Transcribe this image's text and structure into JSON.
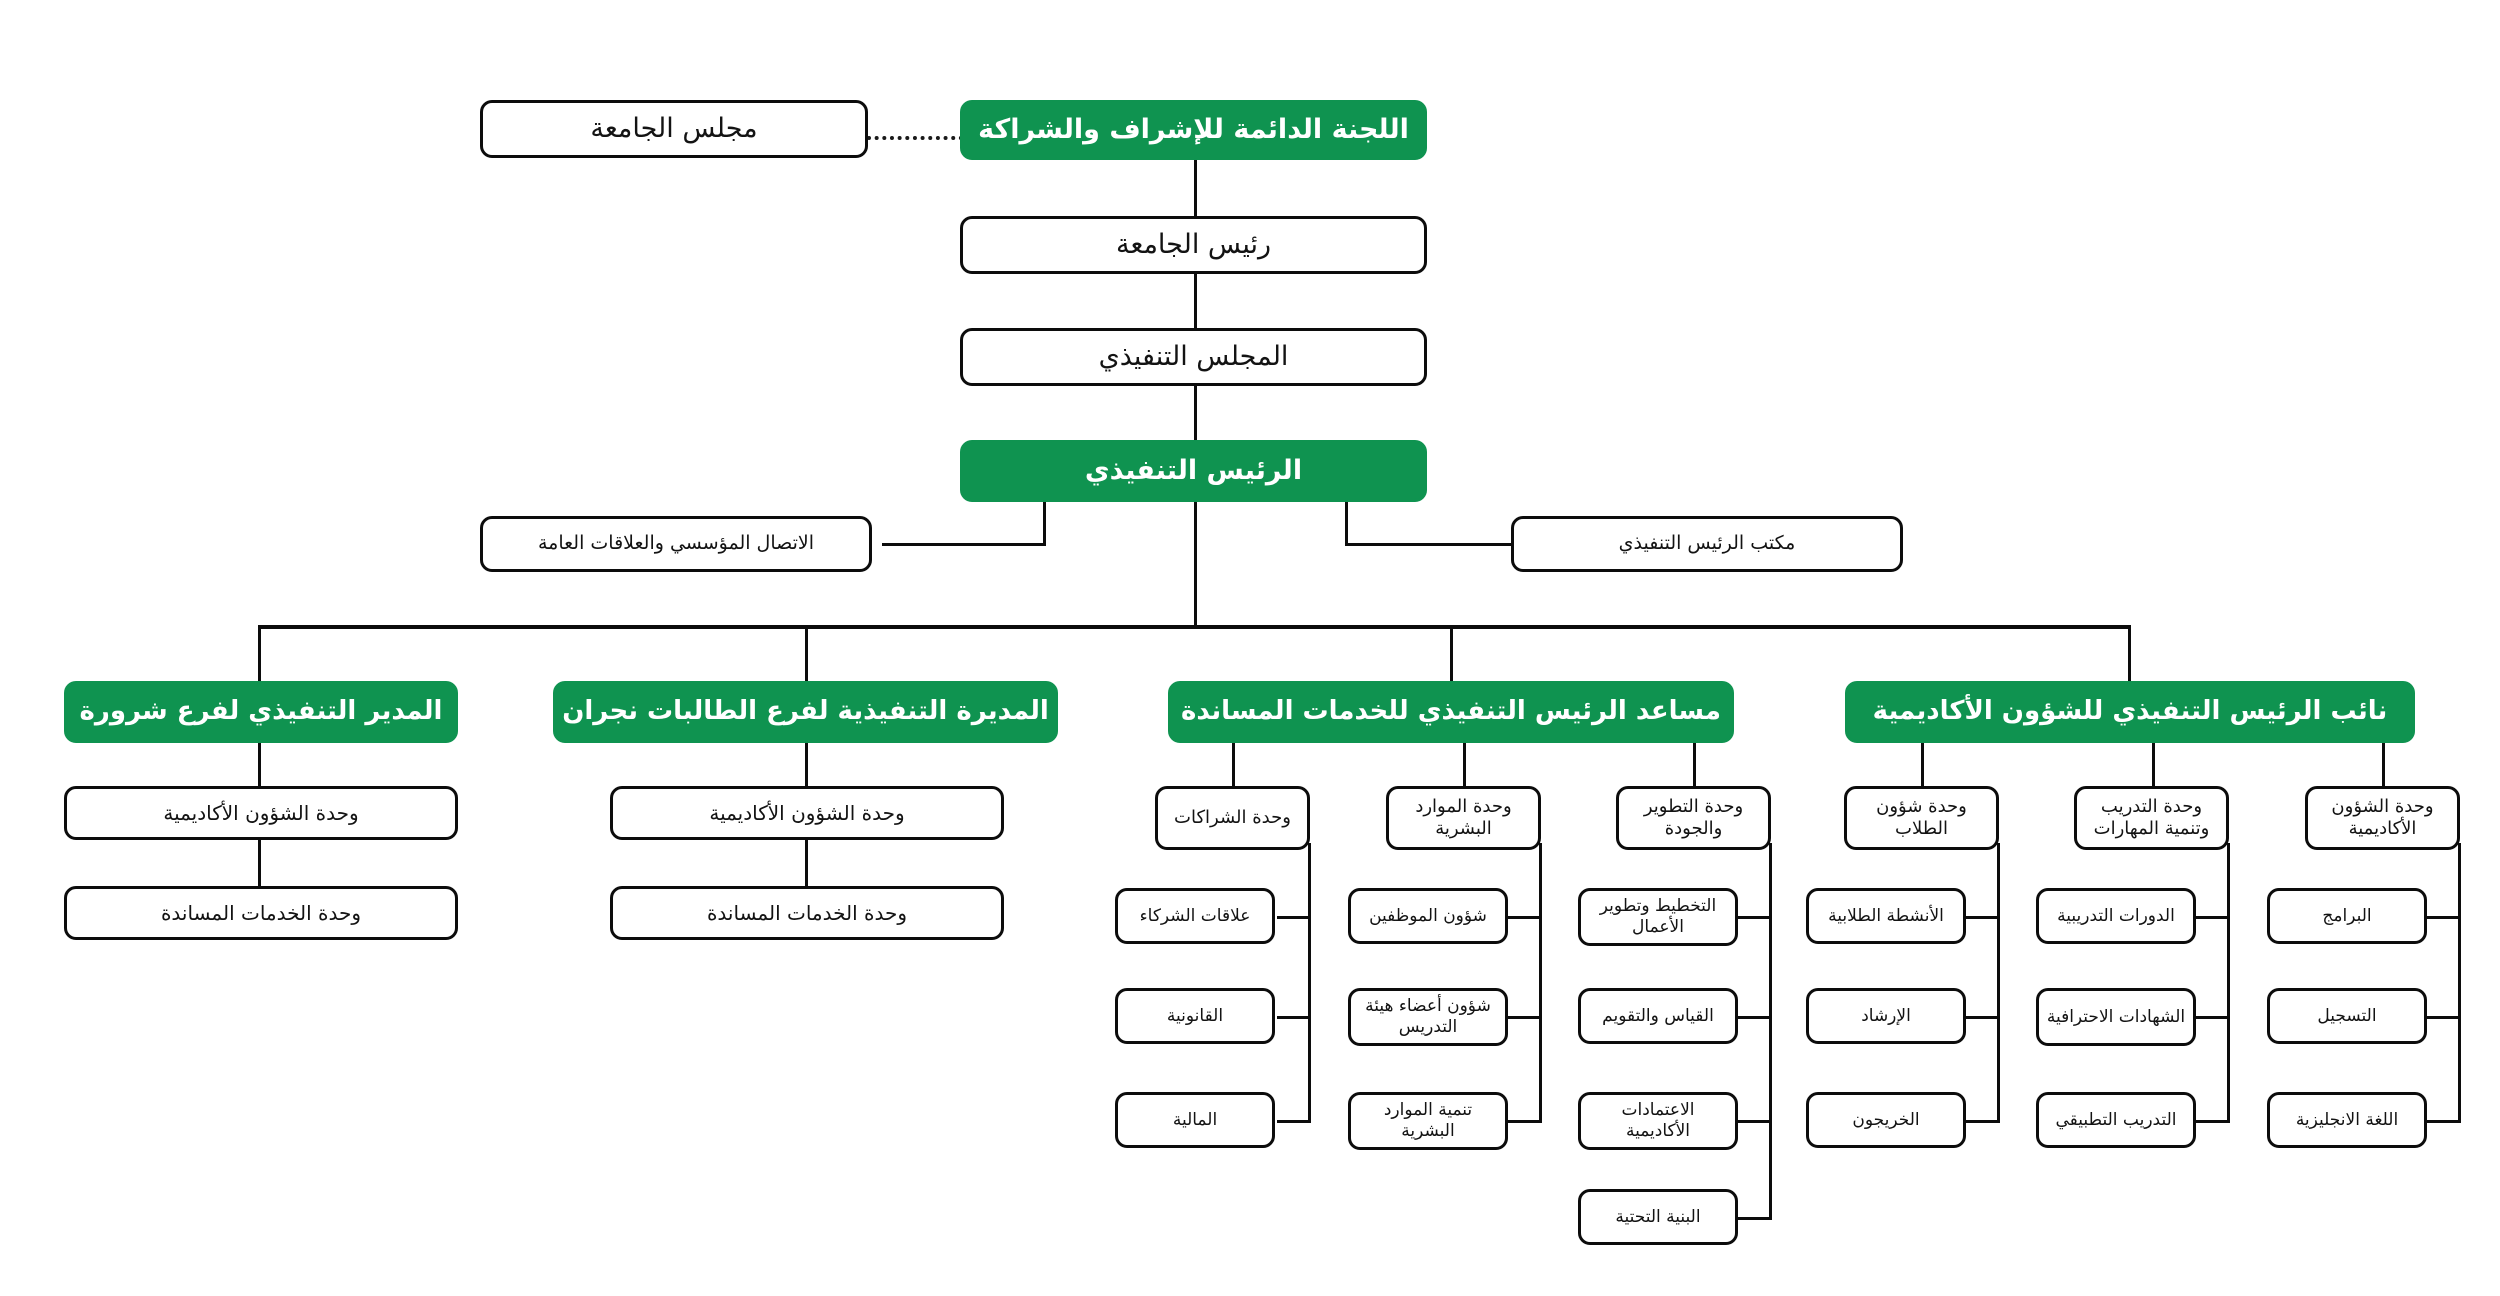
{
  "meta": {
    "title": "الهيكل التنظيمي",
    "accent_green": "#0f9350",
    "line_color": "#0c0c0c",
    "background": "#ffffff"
  },
  "nodes": {
    "university_council": "مجلس الجامعة",
    "standing_committee": "اللجنة الدائمة للإشراف والشراكة",
    "university_president": "رئيس الجامعة",
    "executive_council": "المجلس التنفيذي",
    "ceo": "الرئيس التنفيذي",
    "corporate_comm": "الاتصال المؤسسي والعلاقات العامة",
    "ceo_office": "مكتب الرئيس التنفيذي"
  },
  "departments": [
    {
      "id": "sharurah",
      "label": "المدير التنفيذي لفرع شرورة",
      "units": [
        {
          "label": "وحدة الشؤون الأكاديمية",
          "children": []
        },
        {
          "label": "وحدة الخدمات المساندة",
          "children": []
        }
      ]
    },
    {
      "id": "najran-female",
      "label": "المديرة التنفيذية لفرع الطالبات نجران",
      "units": [
        {
          "label": "وحدة الشؤون الأكاديمية",
          "children": []
        },
        {
          "label": "وحدة الخدمات المساندة",
          "children": []
        }
      ]
    },
    {
      "id": "support-services",
      "label": "مساعد الرئيس التنفيذي للخدمات المساندة",
      "units": [
        {
          "label": "وحدة الشراكات",
          "children": [
            "علاقات الشركاء",
            "القانونية",
            "المالية"
          ]
        },
        {
          "label": "وحدة الموارد البشرية",
          "children": [
            "شؤون الموظفين",
            "شؤون أعضاء هيئة التدريس",
            "تنمية الموارد البشرية"
          ]
        },
        {
          "label": "وحدة التطوير والجودة",
          "children": [
            "التخطيط وتطوير الأعمال",
            "القياس والتقويم",
            "الاعتمادات الأكاديمية",
            "البنية التحتية"
          ]
        }
      ]
    },
    {
      "id": "academic-affairs",
      "label": "نائب الرئيس التنفيذي للشؤون الأكاديمية",
      "units": [
        {
          "label": "وحدة شؤون الطلاب",
          "children": [
            "الأنشطة الطلابية",
            "الإرشاد",
            "الخريجون"
          ]
        },
        {
          "label": "وحدة التدريب وتنمية المهارات",
          "children": [
            "الدورات التدريبية",
            "الشهادات الاحترافية",
            "التدريب التطبيقي"
          ]
        },
        {
          "label": "وحدة الشؤون الأكاديمية",
          "children": [
            "البرامج",
            "التسجيل",
            "اللغة الانجليزية"
          ]
        }
      ]
    }
  ]
}
